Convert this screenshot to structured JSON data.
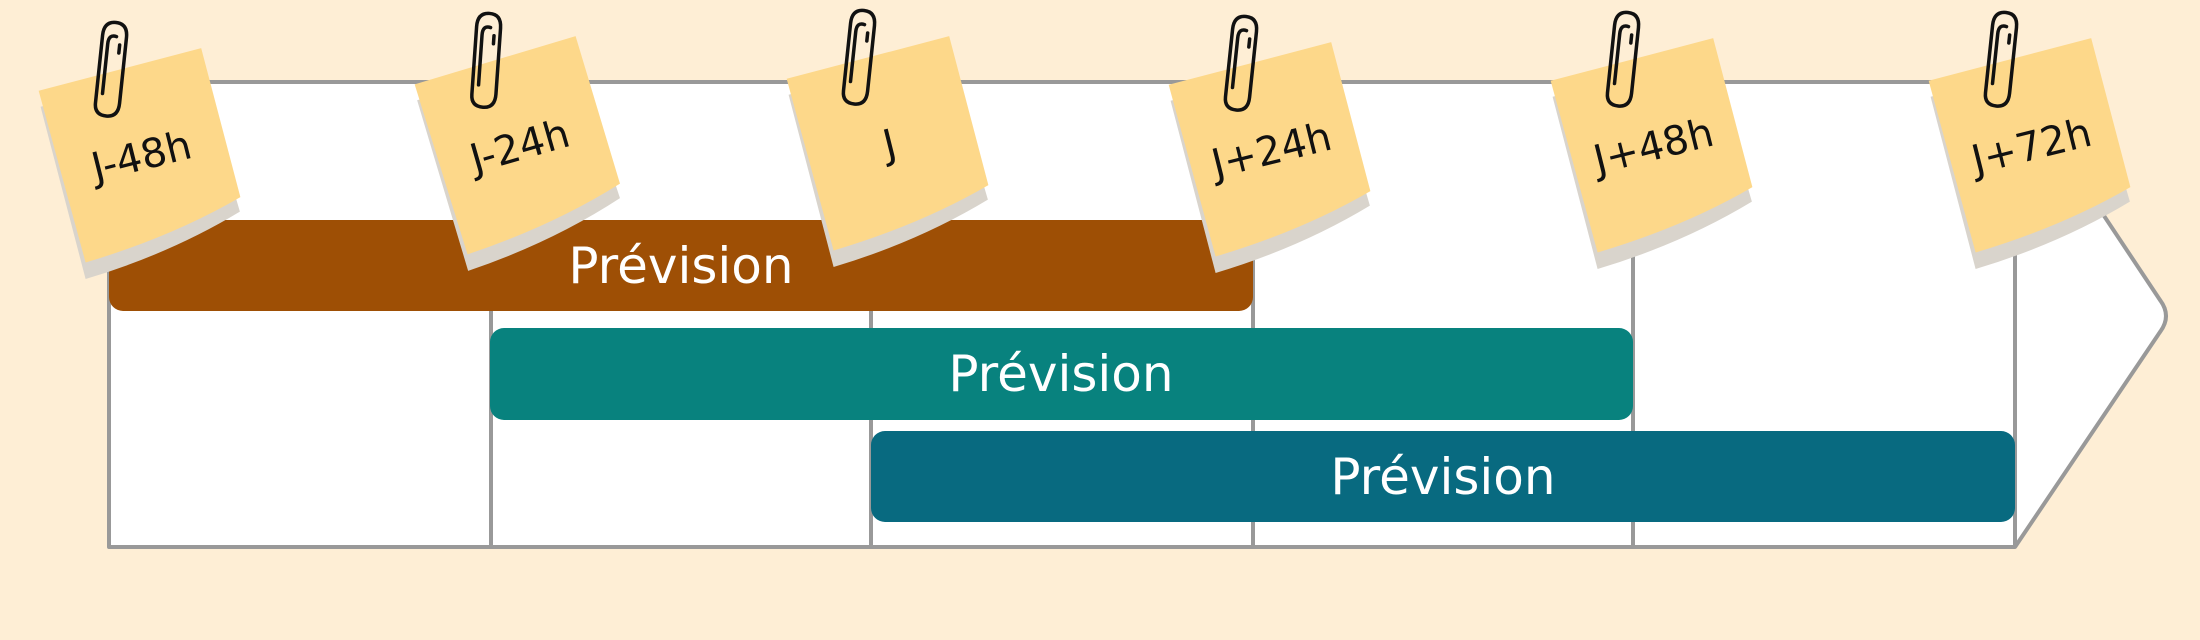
{
  "colors": {
    "background": "#FEEED5",
    "note": "#FDD88A",
    "bar_1": "#9E4F05",
    "bar_2": "#08827E",
    "bar_3": "#086A80",
    "grid": "#999999"
  },
  "timeline": {
    "markers": [
      {
        "label": "J-48h"
      },
      {
        "label": "J-24h"
      },
      {
        "label": "J"
      },
      {
        "label": "J+24h"
      },
      {
        "label": "J+48h"
      },
      {
        "label": "J+72h"
      }
    ],
    "bars": [
      {
        "label": "Prévision",
        "start": "J-48h",
        "end": "J+24h"
      },
      {
        "label": "Prévision",
        "start": "J-24h",
        "end": "J+48h"
      },
      {
        "label": "Prévision",
        "start": "J",
        "end": "J+72h"
      }
    ]
  }
}
